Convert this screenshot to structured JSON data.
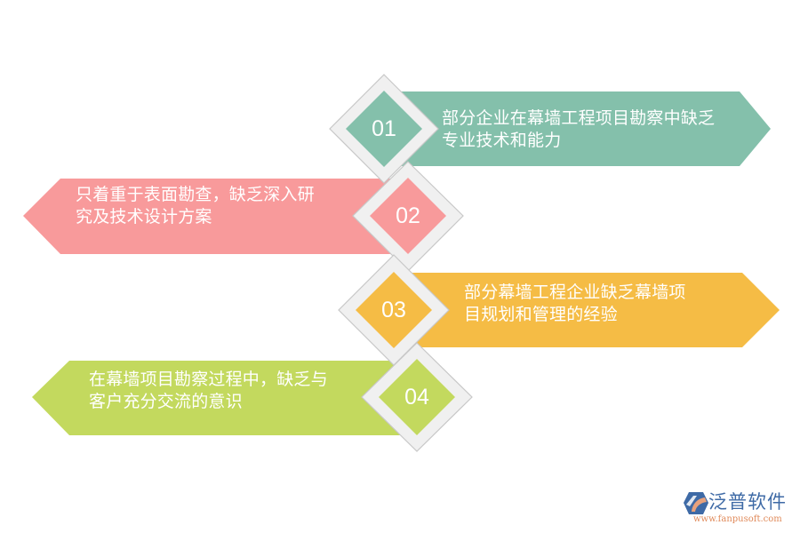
{
  "diagram": {
    "colors": {
      "item1": "#84c0ab",
      "item2": "#f89a9b",
      "item3": "#f5bc45",
      "item4": "#c3d95e",
      "diamond_frame": "#f0f0f0",
      "diamond_border": "#c8c8c8",
      "text": "#ffffff"
    },
    "items": [
      {
        "number": "01",
        "direction": "right",
        "line1": "部分企业在幕墙工程项目勘察中缺乏",
        "line2": "专业技术和能力"
      },
      {
        "number": "02",
        "direction": "left",
        "line1": "只着重于表面勘查，缺乏深入研",
        "line2": "究及技术设计方案"
      },
      {
        "number": "03",
        "direction": "right",
        "line1": "部分幕墙工程企业缺乏幕墙项",
        "line2": "目规划和管理的经验"
      },
      {
        "number": "04",
        "direction": "left",
        "line1": "在幕墙项目勘察过程中，缺乏与",
        "line2": "客户充分交流的意识"
      }
    ]
  },
  "logo": {
    "brand": "泛普软件",
    "url": "www.fanpusoft.com",
    "icon": "fanpu-logo-icon",
    "colors": {
      "blue": "#3e6aa6",
      "orange": "#e08a5a"
    }
  }
}
